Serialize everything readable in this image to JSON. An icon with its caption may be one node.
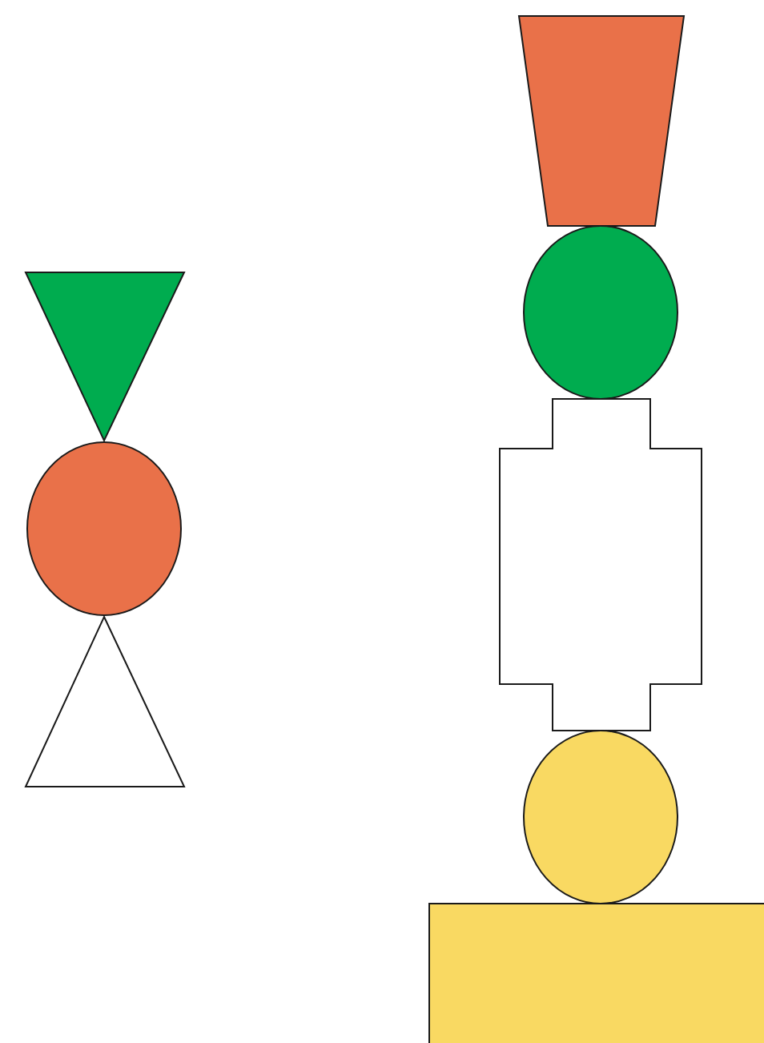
{
  "diagram": {
    "nodes": [
      {
        "text": [],
        "shape": "triangle"
      },
      {
        "text": [],
        "shape": "circle"
      },
      {
        "text": [],
        "shape": "triangle"
      },
      {
        "text": [],
        "shape": "trapezoid"
      },
      {
        "text": [],
        "shape": "circle"
      },
      {
        "text": [],
        "shape": "cross"
      },
      {
        "text": [],
        "shape": "circle"
      },
      {
        "text": [],
        "shape": "box"
      }
    ]
  }
}
